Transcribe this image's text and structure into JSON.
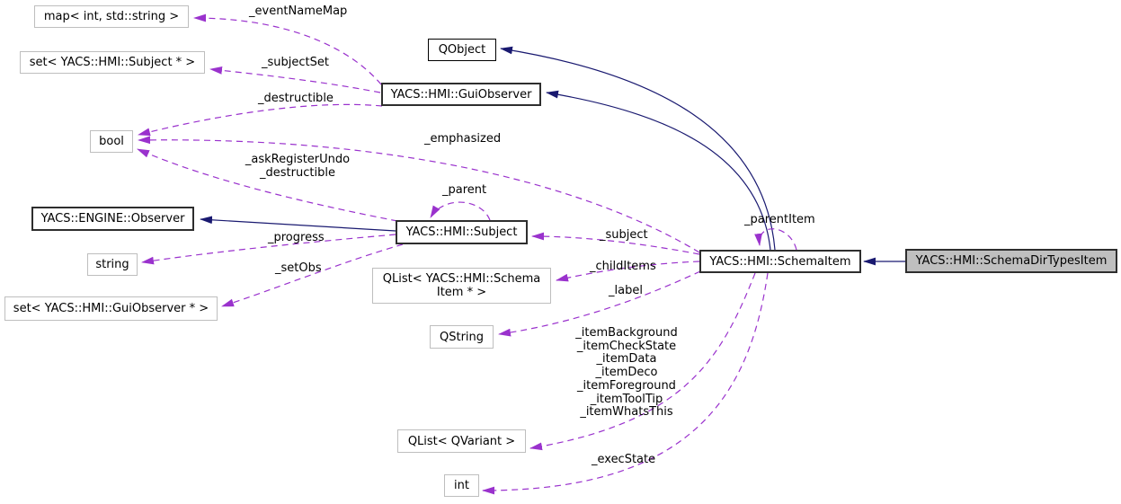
{
  "diagram_type": "doxygen-collaboration-graph",
  "colors": {
    "inheritance_edge": "#191970",
    "member_edge": "#9a32cd",
    "node_fill": "#ffffff",
    "current_node_fill": "#bfbfbf",
    "border_doc": "#2e2e2e",
    "border_undoc": "#bebebe",
    "text": "#000000",
    "background": "#ffffff"
  },
  "nodes": {
    "map_int_string": {
      "label": "map< int, std::string >"
    },
    "set_subject": {
      "label": "set< YACS::HMI::Subject * >"
    },
    "bool": {
      "label": "bool"
    },
    "engine_observer": {
      "label": "YACS::ENGINE::Observer"
    },
    "string": {
      "label": "string"
    },
    "set_guiobserver": {
      "label": "set< YACS::HMI::GuiObserver * >"
    },
    "qobject": {
      "label": "QObject"
    },
    "guiobserver": {
      "label": "YACS::HMI::GuiObserver"
    },
    "subject": {
      "label": "YACS::HMI::Subject"
    },
    "qlist_schemaitem": {
      "label": "QList< YACS::HMI::Schema\nItem * >"
    },
    "qstring": {
      "label": "QString"
    },
    "qlist_qvariant": {
      "label": "QList< QVariant >"
    },
    "int": {
      "label": "int"
    },
    "schemaitem": {
      "label": "YACS::HMI::SchemaItem"
    },
    "schemadirtypesitem": {
      "label": "YACS::HMI::SchemaDirTypesItem"
    }
  },
  "edge_labels": {
    "event_name_map": "_eventNameMap",
    "subject_set": "_subjectSet",
    "destructible_guiobserver": "_destructible",
    "emphasized": "_emphasized",
    "ask_register_undo": "_askRegisterUndo",
    "destructible_subject": "_destructible",
    "parent": "_parent",
    "progress": "_progress",
    "set_obs": "_setObs",
    "subject": "_subject",
    "child_items": "_childItems",
    "label": "_label",
    "parent_item": "_parentItem",
    "item_members": [
      "_itemBackground",
      "_itemCheckState",
      "_itemData",
      "_itemDeco",
      "_itemForeground",
      "_itemToolTip",
      "_itemWhatsThis"
    ],
    "exec_state": "_execState"
  }
}
